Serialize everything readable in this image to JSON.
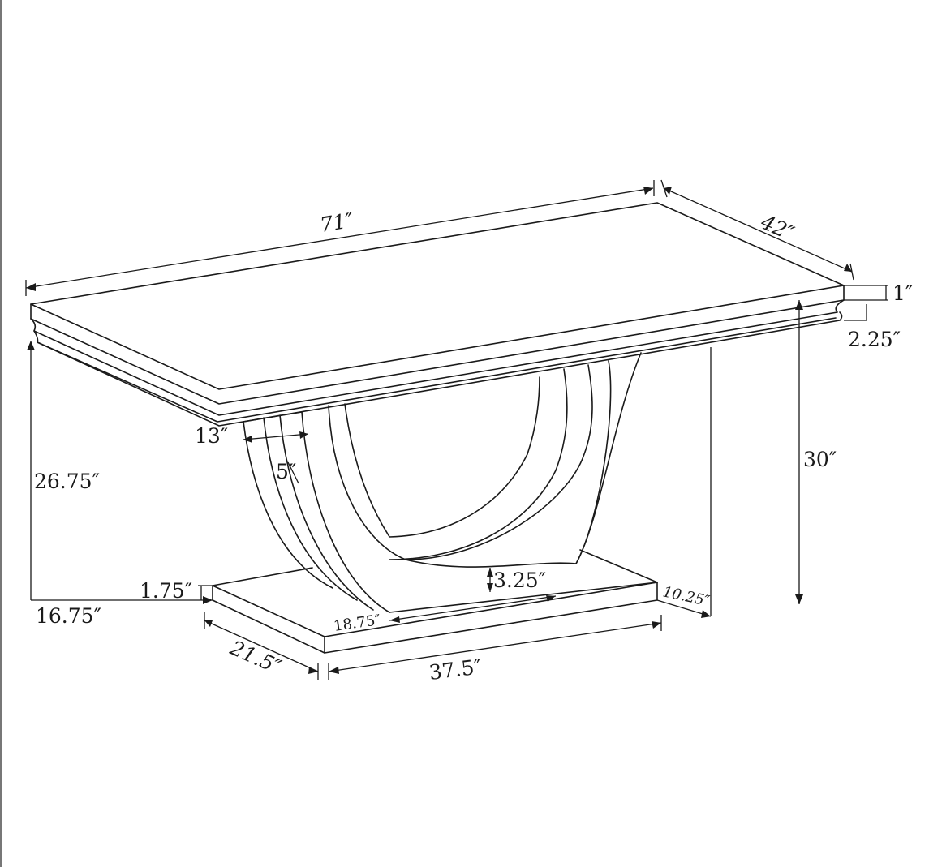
{
  "diagram": {
    "dimensions": {
      "top_length": "71″",
      "top_depth": "42″",
      "top_thickness": "1″",
      "edge_profile": "2.25″",
      "overall_height": "30″",
      "leg_clearance_height": "26.75″",
      "overhang": "16.75″",
      "base_thickness": "1.75″",
      "leg_top_width": "13″",
      "leg_band_width": "5″",
      "arch_band": "3.25″",
      "base_inner_length": "18.75″",
      "base_inner_depth": "10.25″",
      "base_depth": "21.5″",
      "base_length": "37.5″"
    }
  }
}
